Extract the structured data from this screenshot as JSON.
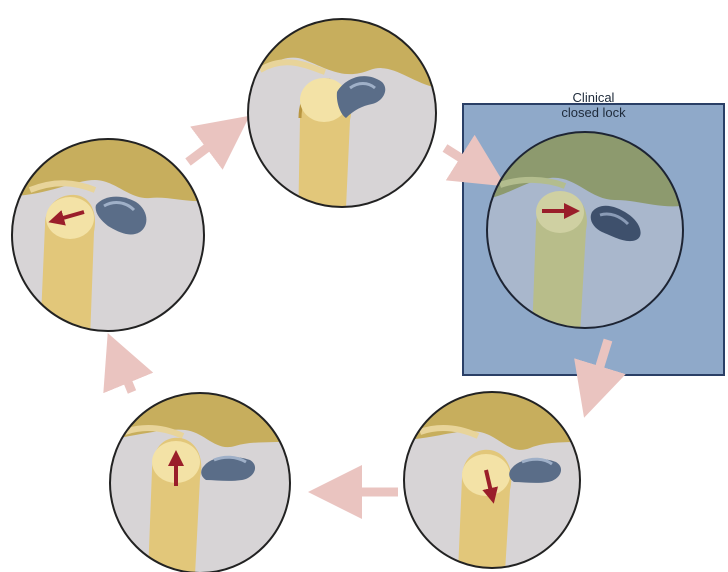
{
  "diagram": {
    "highlight_label_line1": "Clinical",
    "highlight_label_line2": "closed lock",
    "colors": {
      "bone": "#e2c77a",
      "bone_dark": "#b9963f",
      "bone_light": "#f3e2a6",
      "skull": "#c7ae5d",
      "disc": "#5a6d88",
      "disc_light": "#9fb0c8",
      "background_tissue": "#d7d4d6",
      "highlight_panel": "#8fa9c9",
      "highlight_border": "#2a3f66",
      "flow_arrow": "#eac4c0",
      "motion_arrow": "#9a1e2a"
    },
    "stages": [
      {
        "name": "stage-top",
        "motion_arrow": "none",
        "state": "normal"
      },
      {
        "name": "stage-right-locked",
        "motion_arrow": "right",
        "state": "closed-lock"
      },
      {
        "name": "stage-bottom-right",
        "motion_arrow": "down",
        "state": "normal"
      },
      {
        "name": "stage-bottom-left",
        "motion_arrow": "up",
        "state": "normal"
      },
      {
        "name": "stage-left",
        "motion_arrow": "left",
        "state": "normal"
      }
    ]
  }
}
